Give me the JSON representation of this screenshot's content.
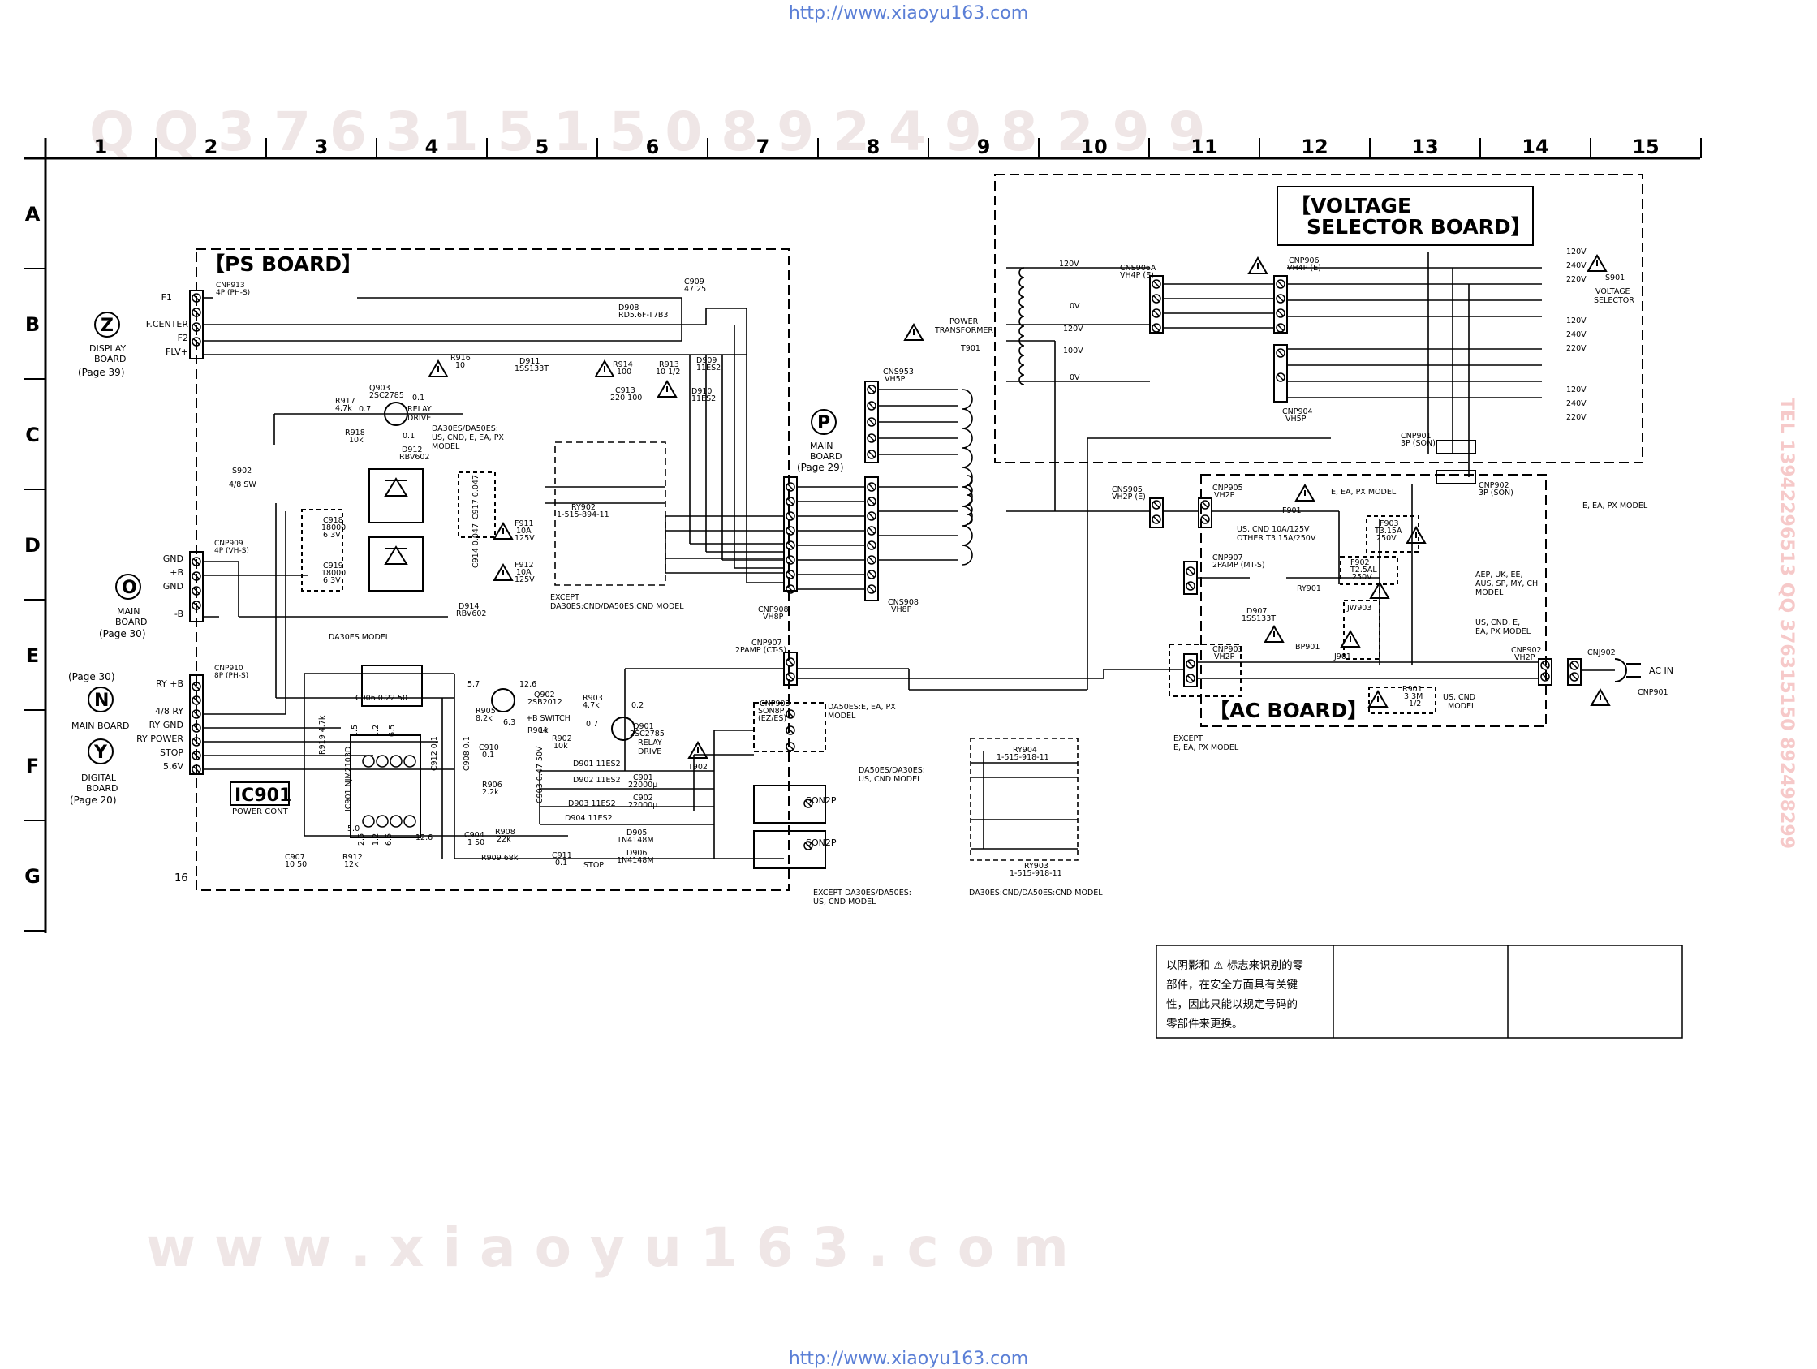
{
  "header_url": "http://www.xiaoyu163.com",
  "footer_url": "http://www.xiaoyu163.com",
  "watermark_top": "Q Q 3 7 6 3 1 5 1 5 0   8 9 2 4 9 8 2 9 9",
  "watermark_bottom": "w w w . x i a o y u 1 6 3 . c o m",
  "watermark_side": "TEL 13942296513  QQ 376315150  892498299",
  "columns": [
    "1",
    "2",
    "3",
    "4",
    "5",
    "6",
    "7",
    "8",
    "9",
    "10",
    "11",
    "12",
    "13",
    "14",
    "15"
  ],
  "rows": [
    "A",
    "B",
    "C",
    "D",
    "E",
    "F",
    "G"
  ],
  "boards": {
    "ps": "PS BOARD",
    "voltage_selector": [
      "VOLTAGE",
      "SELECTOR BOARD"
    ],
    "ac": "AC BOARD",
    "ic901": "IC901"
  },
  "connectors_left": {
    "z": {
      "letter": "Z",
      "lines": [
        "DISPLAY",
        "BOARD"
      ],
      "page": "(Page 39)",
      "pins": [
        "F1",
        "F.CENTER",
        "F2",
        "FLV+"
      ],
      "cnp": [
        "CNP913",
        "4P (PH-S)"
      ]
    },
    "o": {
      "letter": "O",
      "lines": [
        "MAIN",
        "BOARD"
      ],
      "page": "(Page 30)",
      "pins": [
        "GND",
        "+B",
        "GND",
        "-B"
      ],
      "cnp": [
        "CNP909",
        "4P (VH-S)"
      ]
    },
    "n": {
      "letter": "N",
      "lines": [
        "MAIN BOARD"
      ],
      "page": "(Page 30)",
      "pins": [
        "RY +B",
        "4/8 RY",
        "RY GND",
        "RY POWER",
        "STOP",
        "5.6V"
      ],
      "cnp": [
        "CNP910",
        "8P (PH-S)"
      ]
    },
    "y": {
      "letter": "Y",
      "lines": [
        "DIGITAL",
        "BOARD"
      ],
      "page": "(Page 20)"
    },
    "p": {
      "letter": "P",
      "lines": [
        "MAIN",
        "BOARD"
      ],
      "page": "(Page 29)"
    }
  },
  "labels": {
    "c909": "C909",
    "c909v": "47 25",
    "d908": "D908",
    "d908v": "RD5.6F-T7B3",
    "r916": "R916",
    "r916v": "10",
    "d911": "D911",
    "d911v": "1SS133T",
    "r914": "R914",
    "r914v": "100",
    "r913": "R913",
    "r913v": "10 1/2",
    "d909": "D909",
    "d909v": "11ES2",
    "c913": "C913",
    "c913v": "220 100",
    "d910": "D910",
    "d910v": "11ES2",
    "q903": "Q903",
    "q903v": "2SC2785",
    "r917": "R917",
    "r917v": "4.7k",
    "v07": "0.7",
    "v01a": "0.1",
    "v01b": "0.1",
    "relay_drive": [
      "RELAY",
      "DRIVE"
    ],
    "r918": "R918",
    "r918v": "10k",
    "d912": "D912",
    "d912v": "RBV602",
    "models_a": [
      "DA30ES/DA50ES:",
      "US, CND, E, EA, PX",
      "MODEL"
    ],
    "s902": "S902",
    "s902v": "4/8 SW",
    "c917": "C917 0.047",
    "c914": "C914 0.047",
    "ry902": "RY902",
    "ry902v": "1-515-894-11",
    "f911": "F911",
    "f911v": [
      "10A",
      "125V"
    ],
    "f912": "F912",
    "f912v": [
      "10A",
      "125V"
    ],
    "except_a": [
      "EXCEPT",
      "DA30ES:CND/DA50ES:CND MODEL"
    ],
    "c918": "C918",
    "c918v": [
      "18000",
      "6.3V"
    ],
    "c919": "C919",
    "c919v": [
      "18000",
      "6.3V"
    ],
    "d914": "D914",
    "d914v": "RBV602",
    "da30es": "DA30ES MODEL",
    "cns953": "CNS953",
    "cns953v": "VH5P",
    "cns908": "CNS908",
    "cns908v": "VH8P",
    "cnp908": "CNP908",
    "cnp908v": "VH8P",
    "power_transformer": [
      "POWER",
      "TRANSFORMER"
    ],
    "t901": "T901",
    "cnp907": "CNP907",
    "cnp907v": "2PAMP (CT-S)",
    "c906": "C906 0.22 50",
    "q902": "Q902",
    "q902v": "2SB2012",
    "r905": "R905",
    "r905v": "8.2k",
    "r903": "R903",
    "r903v": "4.7k",
    "v57": "5.7",
    "v126": "12.6",
    "v63": "6.3",
    "v02": "0.2",
    "v07b": "0.7",
    "bswitch": "+B SWITCH",
    "r904": "R904",
    "r904v": "1k",
    "r902": "R902",
    "r902v": "10k",
    "q901": "Q901",
    "q901v": "2SC2785",
    "relay_drive2": [
      "RELAY",
      "DRIVE"
    ],
    "cnp903": "CNP903",
    "cnp903v": [
      "SON8P",
      "(EZ/ES)"
    ],
    "ic_power": "POWER CONT",
    "ic_part": "IC901 NJM2103D",
    "r919": "R919 4.7k",
    "c912": "C912 0.1",
    "c908": "C908 0.1",
    "c910": "C910",
    "c910v": "0.1",
    "c903": "C903 0.47 50V",
    "d901": "D901 11ES2",
    "d902": "D902 11ES2",
    "d903": "D903 11ES2",
    "d904": "D904 11ES2",
    "r906": "R906",
    "r906v": "2.2k",
    "c901": "C901",
    "c901v": "22000µ",
    "c902": "C902",
    "c902v": "22000µ",
    "d905": "D905",
    "d905v": "1N4148M",
    "d906": "D906",
    "d906v": "1N4148M",
    "c904": "C904",
    "c904v": "1 50",
    "r908": "R908",
    "r908v": "22k",
    "r909": "R909 68k",
    "c911": "C911",
    "c911v": "0.1",
    "stop": "STOP",
    "c907": "C907",
    "c907v": "10 50",
    "r912": "R912",
    "r912v": "12k",
    "v50": "5.0",
    "v126b": "12.6",
    "v15": "1.5",
    "v12": "1.2",
    "v65": "6.5",
    "v12b": "1.2",
    "v25": "2.5",
    "v65b": "6.5",
    "page16": "16",
    "t902": "T902",
    "son2p_a": "SON2P",
    "son2p_b": "SON2P",
    "da50es_a": [
      "DA50ES:E, EA, PX",
      "MODEL"
    ],
    "da50es_b": [
      "DA50ES/DA30ES:",
      "US, CND MODEL"
    ],
    "except_b": [
      "EXCEPT DA30ES/DA50ES:",
      "US, CND MODEL"
    ],
    "ry904": "RY904",
    "ry904v": "1-515-918-11",
    "ry903": "RY903",
    "ry903v": "1-515-918-11",
    "ry_model": "DA30ES:CND/DA50ES:CND MODEL",
    "cns906a": "CNS906A",
    "cns906av": "VH4P (E)",
    "cnp906": "CNP906",
    "cnp906v": "VH4P (E)",
    "cnp904": "CNP904",
    "cnp904v": "VH5P",
    "cnp901": "CNP901",
    "cnp901v": "3P (SON)",
    "cnp902a": "CNP902",
    "cnp902av": "3P (SON)",
    "volt_120": "120V",
    "volt_0": "0V",
    "volt_120b": "120V",
    "volt_100": "100V",
    "volt_0b": "0V",
    "sel_volts": [
      "120V",
      "240V",
      "220V",
      "120V",
      "240V",
      "220V",
      "120V",
      "240V",
      "220V"
    ],
    "s901": "S901",
    "s901v": [
      "VOLTAGE",
      "SELECTOR"
    ],
    "e_ea_px": "E, EA, PX MODEL",
    "cns905": "CNS905",
    "cns905v": "VH2P (E)",
    "cnp905": "CNP905",
    "cnp905v": "VH2P",
    "e_ea_px2": "E, EA, PX MODEL",
    "f901": "F901",
    "f901v": [
      "US, CND 10A/125V",
      "OTHER T3.15A/250V"
    ],
    "f903": "F903",
    "f903v": [
      "T3.15A",
      "250V"
    ],
    "cnp907b": "CNP907",
    "cnp907bv": "2PAMP (MT-S)",
    "f902": "F902",
    "f902v": [
      "T2.5AL",
      "250V"
    ],
    "ry901": "RY901",
    "models_b": [
      "AEP, UK, EE,",
      "AUS, SP, MY, CH",
      "MODEL"
    ],
    "d907": "D907",
    "d907v": "1SS133T",
    "jw903": "JW903",
    "bp901": "BP901",
    "j901": "J901",
    "models_c": [
      "US, CND, E,",
      "EA, PX MODEL"
    ],
    "cnp903b": "CNP903",
    "cnp903bv": "VH2P",
    "cnp902b": "CNP902",
    "cnp902bv": "VH2P",
    "cnj902": "CNJ902",
    "ac_in": "AC IN",
    "cnp901b": "CNP901",
    "r901": "R901",
    "r901v": [
      "3.3M",
      "1/2"
    ],
    "us_cnd": [
      "US, CND",
      "MODEL"
    ],
    "except_c": [
      "EXCEPT",
      "E, EA, PX MODEL"
    ]
  },
  "note_lines": [
    "以阴影和 ⚠ 标志来识别的零",
    "部件，在安全方面具有关键",
    "性，因此只能以规定号码的",
    "零部件来更换。"
  ]
}
